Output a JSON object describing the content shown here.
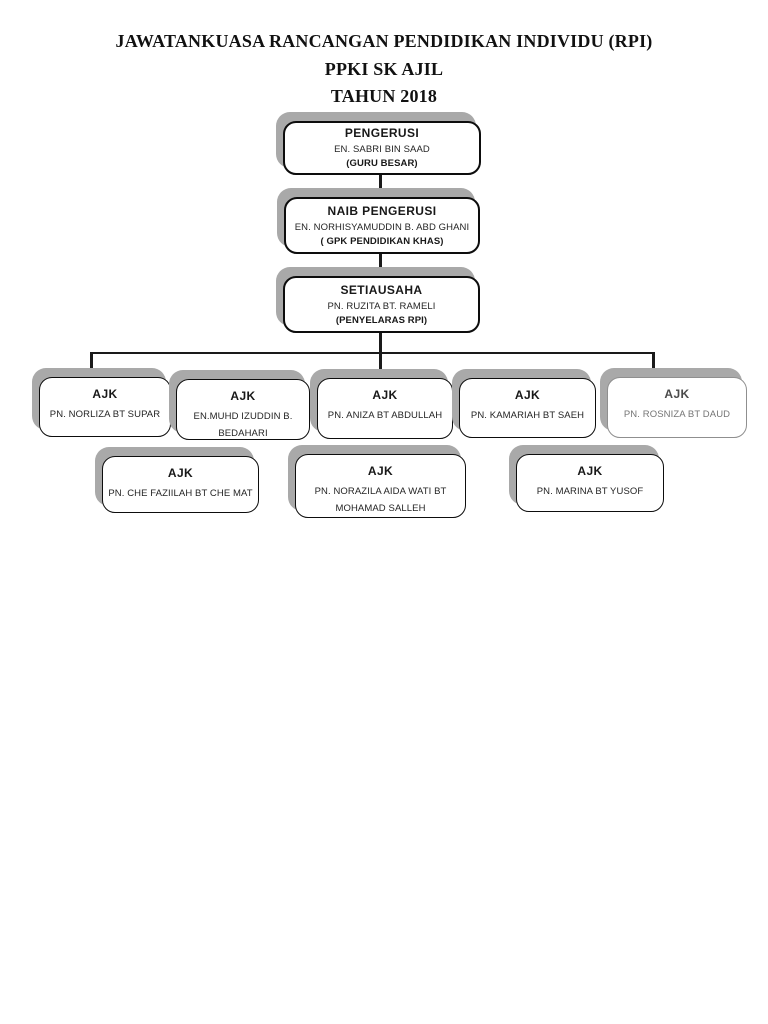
{
  "title": {
    "line1": "JAWATANKUASA RANCANGAN PENDIDIKAN INDIVIDU (RPI)",
    "line2": "PPKI SK AJIL",
    "line3": "TAHUN 2018"
  },
  "org": {
    "pengerusi": {
      "role": "PENGERUSI",
      "name": "EN. SABRI BIN SAAD",
      "subtitle": "(GURU BESAR)"
    },
    "naib_pengerusi": {
      "role": "NAIB PENGERUSI",
      "name": "EN. NORHISYAMUDDIN B. ABD GHANI",
      "subtitle": "( GPK PENDIDIKAN KHAS)"
    },
    "setiausaha": {
      "role": "SETIAUSAHA",
      "name": "PN. RUZITA BT. RAMELI",
      "subtitle": "(PENYELARAS RPI)"
    },
    "ajk_row1": [
      {
        "role": "AJK",
        "name": "PN. NORLIZA BT SUPAR"
      },
      {
        "role": "AJK",
        "name": "EN.MUHD IZUDDIN B. BEDAHARI"
      },
      {
        "role": "AJK",
        "name": "PN. ANIZA BT ABDULLAH"
      },
      {
        "role": "AJK",
        "name": "PN. KAMARIAH BT SAEH"
      },
      {
        "role": "AJK",
        "name": "PN. ROSNIZA BT DAUD"
      }
    ],
    "ajk_row2": [
      {
        "role": "AJK",
        "name": "PN. CHE FAZIILAH BT CHE MAT"
      },
      {
        "role": "AJK",
        "name": "PN. NORAZILA AIDA WATI BT MOHAMAD SALLEH"
      },
      {
        "role": "AJK",
        "name": "PN. MARINA BT YUSOF"
      }
    ]
  },
  "colors": {
    "background": "#ffffff",
    "box_border": "#0d0d0d",
    "box_shadow": "#a9a9a9",
    "connector": "#1a1a1a",
    "faded_border": "#8f8f8f",
    "faded_text": "#757575",
    "text": "#1c1c1c"
  }
}
